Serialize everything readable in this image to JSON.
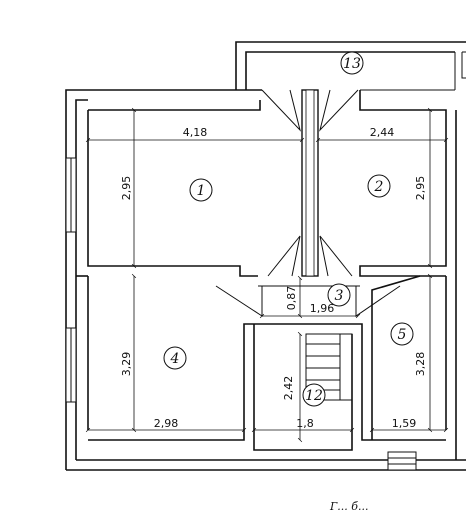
{
  "rooms": [
    {
      "id": "1",
      "label": "1"
    },
    {
      "id": "2",
      "label": "2"
    },
    {
      "id": "3",
      "label": "3"
    },
    {
      "id": "4",
      "label": "4"
    },
    {
      "id": "5",
      "label": "5"
    },
    {
      "id": "12",
      "label": "12"
    },
    {
      "id": "13",
      "label": "13"
    }
  ],
  "dimensions": {
    "room1_width": "4,18",
    "room1_height": "2,95",
    "room2_width": "2,44",
    "room2_height": "2,95",
    "hall_width": "1,96",
    "hall_depth": "0,87",
    "room4_height": "3,29",
    "room4_width": "2,98",
    "room12_height": "2,42",
    "room12_width": "1,8",
    "room5_height": "3,28",
    "room5_width": "1,59"
  },
  "caption_fragment": "Г... б..."
}
